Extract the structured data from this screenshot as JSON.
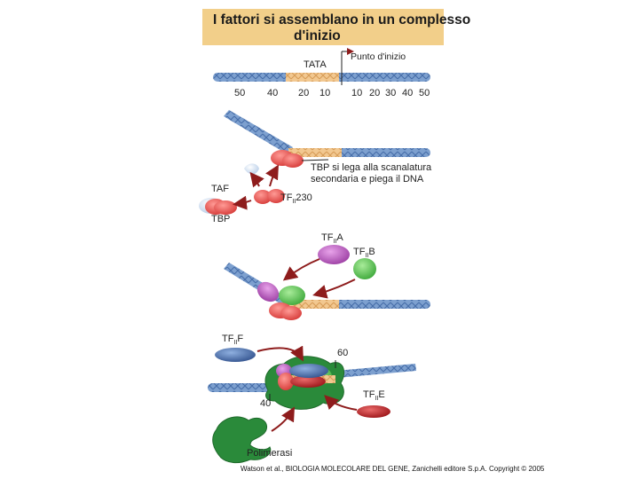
{
  "title": {
    "line1": "I fattori si assemblano in un complesso",
    "line2": "d'inizio"
  },
  "panel1": {
    "tata": "TATA",
    "start": "Punto d'inizio",
    "ticks_left": [
      "50",
      "40",
      "20",
      "10"
    ],
    "ticks_right": [
      "10",
      "20",
      "30",
      "40",
      "50"
    ]
  },
  "panel2": {
    "tbp_note_1": "TBP si lega alla scanalatura",
    "tbp_note_2": "secondaria e piega il DNA",
    "taf": "TAF",
    "tbp": "TBP",
    "tf230_main": "TF",
    "tf230_sub": "II",
    "tf230_tail": "230"
  },
  "panel3": {
    "tfa_main": "TF",
    "tfa_sub": "II",
    "tfa_tail": "A",
    "tfb_main": "TF",
    "tfb_sub": "II",
    "tfb_tail": "B"
  },
  "panel4": {
    "tff_main": "TF",
    "tff_sub": "II",
    "tff_tail": "F",
    "pos60": "60",
    "pos40": "40",
    "tfe_main": "TF",
    "tfe_sub": "II",
    "tfe_tail": "E",
    "polymerase": "Polimerasi"
  },
  "credit": "Watson et al., BIOLOGIA MOLECOLARE DEL GENE, Zanichelli editore S.p.A. Copyright © 2005",
  "colors": {
    "dna": "#7da0cf",
    "tata": "#f2c890",
    "tbp": "#e0504e",
    "taf": "#cfdff0",
    "tfiia": "#b14fb6",
    "tfiib": "#5fc25a",
    "tfiif": "#3f5f9c",
    "tfiie": "#b21f24",
    "polymerase": "#2a8a3a",
    "arrow": "#8e1c1c"
  }
}
